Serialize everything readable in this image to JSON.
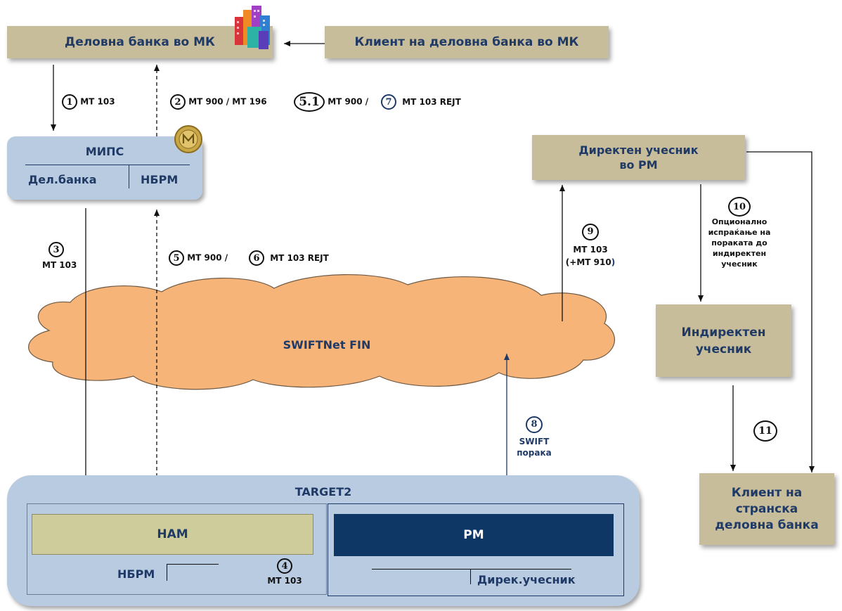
{
  "domestic_bank": {
    "label": "Деловна банка во МК"
  },
  "domestic_client": {
    "label": "Клиент на деловна банка во МК"
  },
  "mips": {
    "title": "МИПС",
    "left": "Дел.банка",
    "right": "НБРМ"
  },
  "direct_participant": {
    "line1": "Директен учесник",
    "line2": "во РМ"
  },
  "indirect_participant": {
    "line1": "Индиректен",
    "line2": "учесник"
  },
  "foreign_client": {
    "line1": "Клиент на",
    "line2": "странска",
    "line3": "деловна банка"
  },
  "cloud": {
    "label": "SWIFTNet FIN"
  },
  "target2": {
    "title": "TARGET2",
    "ham": "НАМ",
    "ham_sub": "НБРМ",
    "pm": "РМ",
    "pm_sub": "Дирек.учесник"
  },
  "steps": {
    "s1": {
      "num": "1",
      "msg": "МТ 103"
    },
    "s2": {
      "num": "2",
      "msg": "МТ 900 / МТ 196"
    },
    "s51": {
      "num": "5.1",
      "msg": "МТ 900 /"
    },
    "s7": {
      "num": "7",
      "msg": "МТ 103 REJT"
    },
    "s3": {
      "num": "3",
      "msg": "МТ 103"
    },
    "s5": {
      "num": "5",
      "msg": "МТ 900 /"
    },
    "s6": {
      "num": "6",
      "msg": "МТ 103 REJT"
    },
    "s4": {
      "num": "4",
      "msg": "МТ 103"
    },
    "s8": {
      "num": "8",
      "line1": "SWIFT",
      "line2": "порака"
    },
    "s9": {
      "num": "9",
      "line1": "МТ 103",
      "line2": "(+МТ 910",
      "line2_paren": ")"
    },
    "s10": {
      "num": "10",
      "line1": "Опционално",
      "line2": "испраќање на",
      "line3": "пораката до",
      "line4": "индиректен",
      "line5": "учесник"
    },
    "s11": {
      "num": "11"
    }
  },
  "colors": {
    "tan": "#c8bd9b",
    "blue_panel": "#b9cbe0",
    "navy": "#0e3766",
    "cloud": "#f7b479",
    "text_navy": "#1f3a66"
  }
}
